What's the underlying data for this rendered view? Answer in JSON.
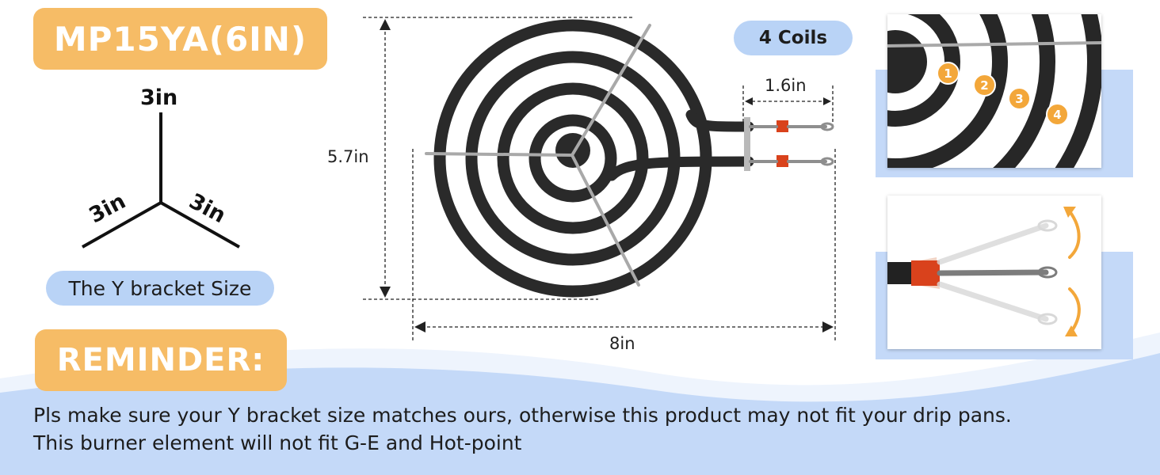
{
  "colors": {
    "badge_orange": "#f6bc66",
    "pill_blue": "#b9d3f6",
    "wave_blue": "#c4d9f8",
    "coil_black": "#2a2a2a",
    "terminal_red": "#d9421c",
    "marker_orange": "#f3a73a"
  },
  "title": "MP15YA(6IN)",
  "y_bracket": {
    "top_label": "3in",
    "left_label": "3in",
    "right_label": "3in",
    "caption": "The Y bracket Size"
  },
  "dimensions": {
    "height": "5.7in",
    "width": "8in",
    "terminal": "1.6in"
  },
  "coils_label": "4 Coils",
  "coil_markers": [
    "1",
    "2",
    "3",
    "4"
  ],
  "reminder": {
    "heading": "REMINDER:",
    "line1": "Pls make sure your Y bracket size matches ours, otherwise this product may not fit your drip pans.",
    "line2": "This burner element will not fit G-E and Hot-point"
  }
}
